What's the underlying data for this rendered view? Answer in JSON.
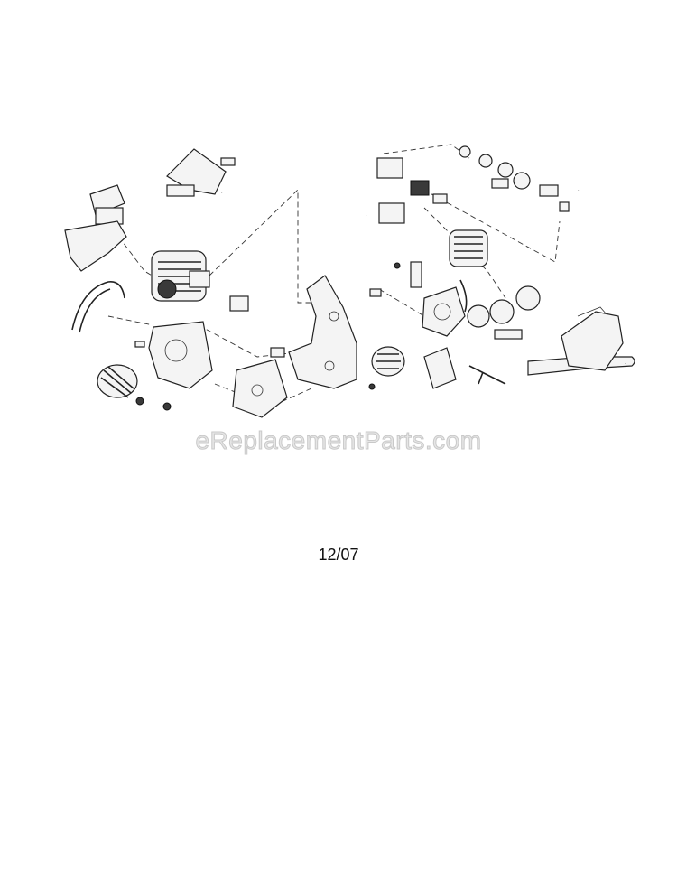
{
  "diagram": {
    "watermark": "eReplacementParts.com",
    "date_code": "12/07"
  },
  "colors": {
    "background": "#ffffff",
    "line": "#222222",
    "watermark": "#d8d8d8"
  },
  "icons": [
    "engine-assembly-illustration",
    "guide-bar-illustration",
    "carrying-case-illustration"
  ]
}
